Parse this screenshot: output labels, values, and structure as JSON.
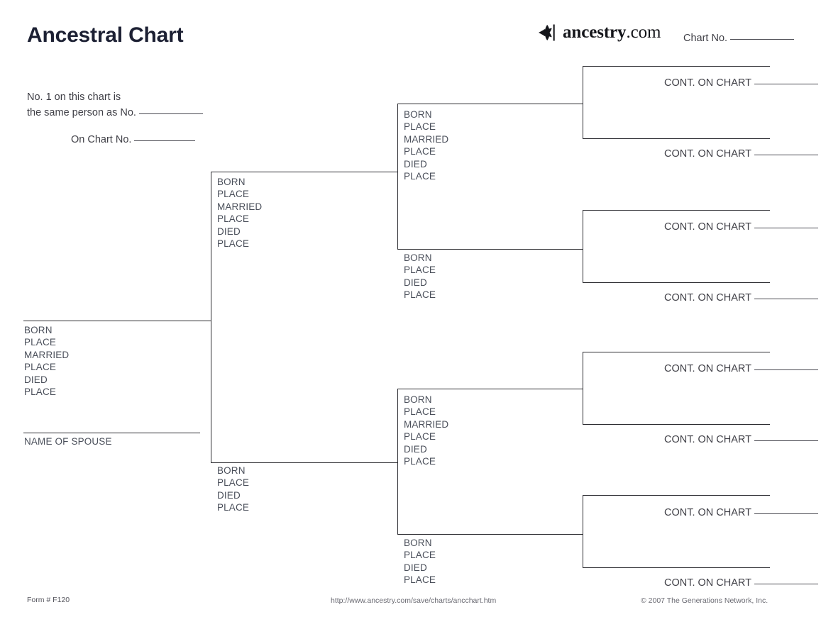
{
  "header": {
    "title": "Ancestral Chart",
    "brand_name": "ancestry",
    "brand_tld": ".com",
    "brand_mark": "ancestry-leaf-logo",
    "chart_no_label": "Chart No."
  },
  "note": {
    "line1": "No. 1 on this chart is",
    "line2": "the same person as No.",
    "line3": "On Chart No."
  },
  "labels": {
    "born": "BORN",
    "place": "PLACE",
    "married": "MARRIED",
    "died": "DIED",
    "name_of_spouse": "NAME OF SPOUSE",
    "cont_on_chart": "CONT. ON CHART"
  },
  "people": {
    "person1": {
      "fields": [
        "BORN",
        "PLACE",
        "MARRIED",
        "PLACE",
        "DIED",
        "PLACE"
      ],
      "spouse_label": "NAME OF SPOUSE"
    },
    "gen2_father": {
      "fields": [
        "BORN",
        "PLACE",
        "MARRIED",
        "PLACE",
        "DIED",
        "PLACE"
      ]
    },
    "gen2_mother": {
      "fields": [
        "BORN",
        "PLACE",
        "DIED",
        "PLACE"
      ]
    },
    "gen3_a": {
      "fields": [
        "BORN",
        "PLACE",
        "MARRIED",
        "PLACE",
        "DIED",
        "PLACE"
      ]
    },
    "gen3_b": {
      "fields": [
        "BORN",
        "PLACE",
        "DIED",
        "PLACE"
      ]
    },
    "gen3_c": {
      "fields": [
        "BORN",
        "PLACE",
        "MARRIED",
        "PLACE",
        "DIED",
        "PLACE"
      ]
    },
    "gen3_d": {
      "fields": [
        "BORN",
        "PLACE",
        "DIED",
        "PLACE"
      ]
    }
  },
  "cont_charts": [
    {
      "label": "CONT. ON CHART"
    },
    {
      "label": "CONT. ON CHART"
    },
    {
      "label": "CONT. ON CHART"
    },
    {
      "label": "CONT. ON CHART"
    },
    {
      "label": "CONT. ON CHART"
    },
    {
      "label": "CONT. ON CHART"
    },
    {
      "label": "CONT. ON CHART"
    },
    {
      "label": "CONT. ON CHART"
    }
  ],
  "footer": {
    "form_no": "Form # F120",
    "url": "http://www.ancestry.com/save/charts/ancchart.htm",
    "copyright": "© 2007 The Generations Network, Inc."
  },
  "colors": {
    "ink": "#2b2b30",
    "text": "#3f3f46",
    "field_label": "#4a4f5a",
    "title": "#1c2033"
  }
}
